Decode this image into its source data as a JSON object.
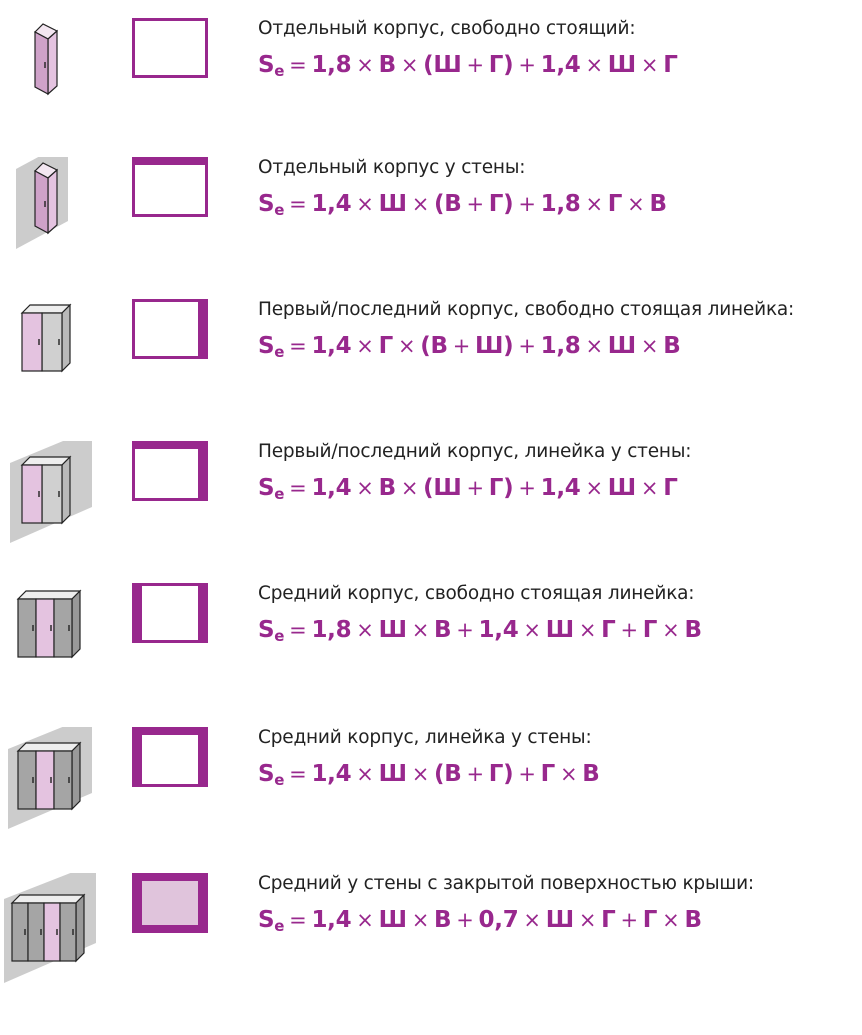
{
  "colors": {
    "accent": "#98288d",
    "cabinet_pink": "#e4c3e0",
    "cabinet_gray": "#a5a5a5",
    "wall": "#cccccc",
    "roof_fill": "#e0c4dc"
  },
  "rows": [
    {
      "icon": "freestanding-single-cabinet-icon",
      "description": "Отдельный корпус, свободно стоящий:",
      "formula": [
        {
          "t": "S",
          "sub": "e",
          "b": true
        },
        {
          "t": "=",
          "op": true
        },
        {
          "t": "1,8",
          "b": true
        },
        {
          "t": "×",
          "op": true
        },
        {
          "t": "В",
          "b": true
        },
        {
          "t": "×",
          "op": true
        },
        {
          "t": "(Ш",
          "b": true
        },
        {
          "t": "+",
          "op": true
        },
        {
          "t": "Г)",
          "b": true
        },
        {
          "t": "+",
          "op": true
        },
        {
          "t": "1,4",
          "b": true
        },
        {
          "t": "×",
          "op": true
        },
        {
          "t": "Ш",
          "b": true
        },
        {
          "t": "×",
          "op": true
        },
        {
          "t": "Г",
          "b": true
        }
      ]
    },
    {
      "icon": "single-cabinet-wall-icon",
      "description": "Отдельный корпус у стены:",
      "formula": [
        {
          "t": "S",
          "sub": "e",
          "b": true
        },
        {
          "t": "=",
          "op": true
        },
        {
          "t": "1,4",
          "b": true
        },
        {
          "t": "×",
          "op": true
        },
        {
          "t": "Ш",
          "b": true
        },
        {
          "t": "×",
          "op": true
        },
        {
          "t": "(В",
          "b": true
        },
        {
          "t": "+",
          "op": true
        },
        {
          "t": "Г)",
          "b": true
        },
        {
          "t": "+",
          "op": true
        },
        {
          "t": "1,8",
          "b": true
        },
        {
          "t": "×",
          "op": true
        },
        {
          "t": "Г",
          "b": true
        },
        {
          "t": "×",
          "op": true
        },
        {
          "t": "В",
          "b": true
        }
      ]
    },
    {
      "icon": "end-cabinet-freestanding-row-icon",
      "description": "Первый/последний корпус, свободно стоящая линейка:",
      "formula": [
        {
          "t": "S",
          "sub": "e",
          "b": true
        },
        {
          "t": "=",
          "op": true
        },
        {
          "t": "1,4",
          "b": true
        },
        {
          "t": "×",
          "op": true
        },
        {
          "t": "Г",
          "b": true
        },
        {
          "t": "×",
          "op": true
        },
        {
          "t": "(В",
          "b": true
        },
        {
          "t": "+",
          "op": true
        },
        {
          "t": "Ш)",
          "b": true
        },
        {
          "t": "+",
          "op": true
        },
        {
          "t": "1,8",
          "b": true
        },
        {
          "t": "×",
          "op": true
        },
        {
          "t": "Ш",
          "b": true
        },
        {
          "t": "×",
          "op": true
        },
        {
          "t": "В",
          "b": true
        }
      ]
    },
    {
      "icon": "end-cabinet-wall-row-icon",
      "description": "Первый/последний корпус, линейка у стены:",
      "formula": [
        {
          "t": "S",
          "sub": "e",
          "b": true
        },
        {
          "t": "=",
          "op": true
        },
        {
          "t": "1,4",
          "b": true
        },
        {
          "t": "×",
          "op": true
        },
        {
          "t": "В",
          "b": true
        },
        {
          "t": "×",
          "op": true
        },
        {
          "t": "(Ш",
          "b": true
        },
        {
          "t": "+",
          "op": true
        },
        {
          "t": "Г)",
          "b": true
        },
        {
          "t": "+",
          "op": true
        },
        {
          "t": "1,4",
          "b": true
        },
        {
          "t": "×",
          "op": true
        },
        {
          "t": "Ш",
          "b": true
        },
        {
          "t": "×",
          "op": true
        },
        {
          "t": "Г",
          "b": true
        }
      ]
    },
    {
      "icon": "middle-cabinet-freestanding-row-icon",
      "description": "Средний корпус, свободно стоящая линейка:",
      "formula": [
        {
          "t": "S",
          "sub": "e",
          "b": true
        },
        {
          "t": "=",
          "op": true
        },
        {
          "t": "1,8",
          "b": true
        },
        {
          "t": "×",
          "op": true
        },
        {
          "t": "Ш",
          "b": true
        },
        {
          "t": "×",
          "op": true
        },
        {
          "t": "В",
          "b": true
        },
        {
          "t": "+",
          "op": true
        },
        {
          "t": "1,4",
          "b": true
        },
        {
          "t": "×",
          "op": true
        },
        {
          "t": "Ш",
          "b": true
        },
        {
          "t": "×",
          "op": true
        },
        {
          "t": "Г",
          "b": true
        },
        {
          "t": "+",
          "op": true
        },
        {
          "t": "Г",
          "b": true
        },
        {
          "t": "×",
          "op": true
        },
        {
          "t": "В",
          "b": true
        }
      ]
    },
    {
      "icon": "middle-cabinet-wall-row-icon",
      "description": "Средний корпус, линейка у стены:",
      "formula": [
        {
          "t": "S",
          "sub": "e",
          "b": true
        },
        {
          "t": "=",
          "op": true
        },
        {
          "t": "1,4",
          "b": true
        },
        {
          "t": "×",
          "op": true
        },
        {
          "t": "Ш",
          "b": true
        },
        {
          "t": "×",
          "op": true
        },
        {
          "t": "(В",
          "b": true
        },
        {
          "t": "+",
          "op": true
        },
        {
          "t": "Г)",
          "b": true
        },
        {
          "t": "+",
          "op": true
        },
        {
          "t": "Г",
          "b": true
        },
        {
          "t": "×",
          "op": true
        },
        {
          "t": "В",
          "b": true
        }
      ]
    },
    {
      "icon": "middle-cabinet-wall-covered-roof-icon",
      "description": "Средний у стены с закрытой поверхностью крыши:",
      "formula": [
        {
          "t": "S",
          "sub": "e",
          "b": true
        },
        {
          "t": "=",
          "op": true
        },
        {
          "t": "1,4",
          "b": true
        },
        {
          "t": "×",
          "op": true
        },
        {
          "t": "Ш",
          "b": true
        },
        {
          "t": "×",
          "op": true
        },
        {
          "t": "В",
          "b": true
        },
        {
          "t": "+",
          "op": true
        },
        {
          "t": "0,7",
          "b": true
        },
        {
          "t": "×",
          "op": true
        },
        {
          "t": "Ш",
          "b": true
        },
        {
          "t": "×",
          "op": true
        },
        {
          "t": "Г",
          "b": true
        },
        {
          "t": "+",
          "op": true
        },
        {
          "t": "Г",
          "b": true
        },
        {
          "t": "×",
          "op": true
        },
        {
          "t": "В",
          "b": true
        }
      ]
    }
  ]
}
